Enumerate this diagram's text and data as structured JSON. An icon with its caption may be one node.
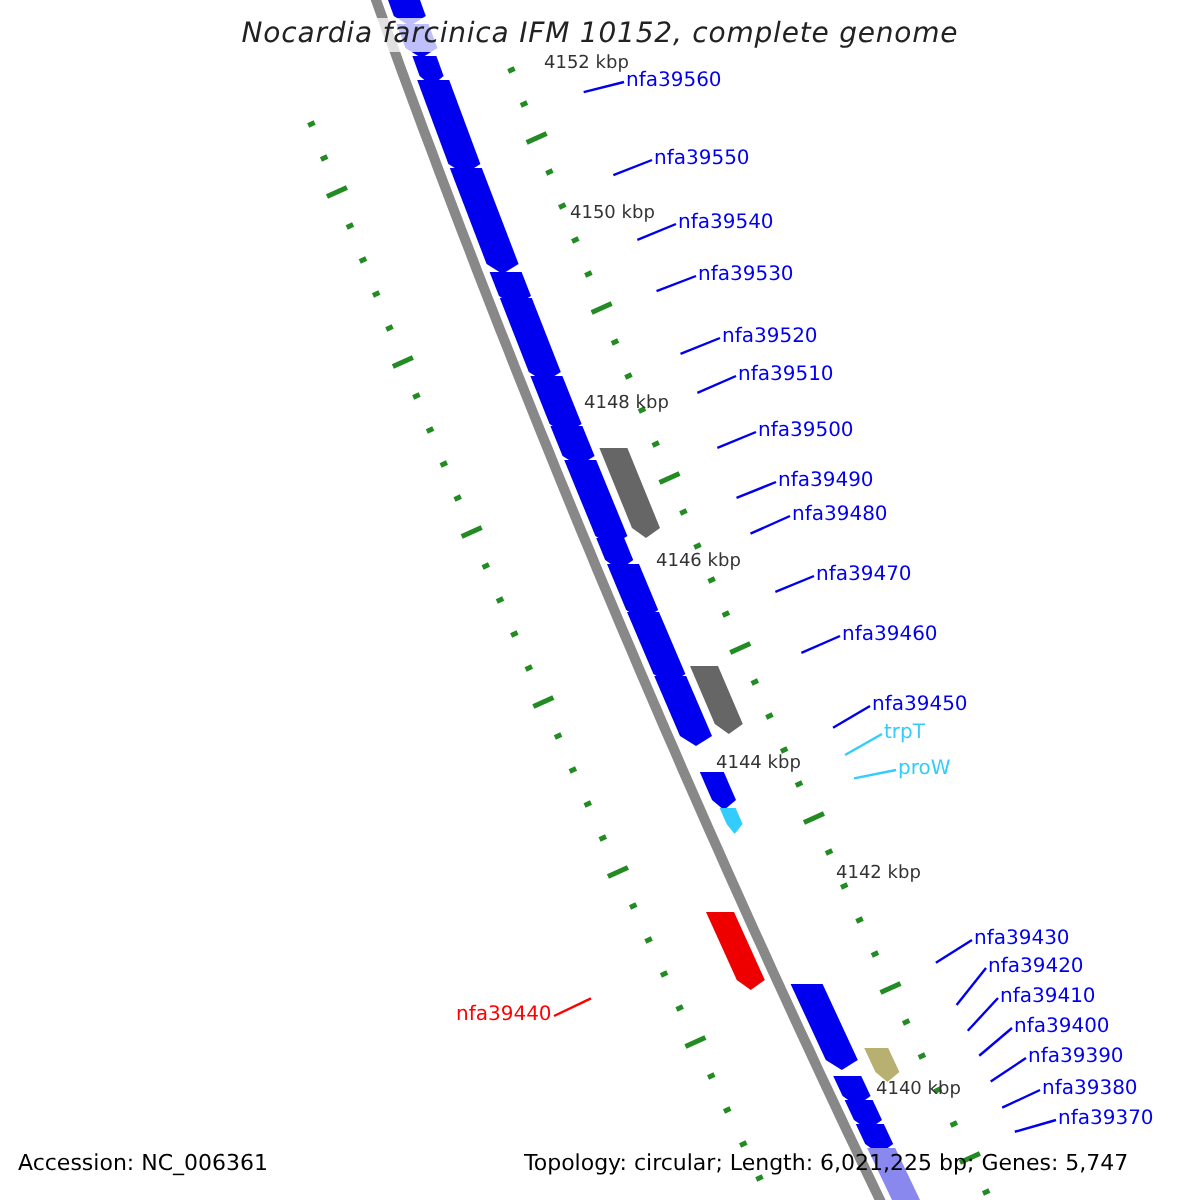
{
  "diagram": {
    "title": "Nocardia farcinica IFM 10152, complete genome",
    "nodes": [
      {
        "text": [
          "nfa39560"
        ]
      },
      {
        "text": [
          "nfa39550"
        ]
      },
      {
        "text": [
          "nfa39540"
        ]
      },
      {
        "text": [
          "nfa39530"
        ]
      },
      {
        "text": [
          "nfa39520"
        ]
      },
      {
        "text": [
          "nfa39510"
        ]
      },
      {
        "text": [
          "nfa39500"
        ]
      },
      {
        "text": [
          "nfa39490"
        ]
      },
      {
        "text": [
          "nfa39480"
        ]
      },
      {
        "text": [
          "nfa39470"
        ]
      },
      {
        "text": [
          "nfa39460"
        ]
      },
      {
        "text": [
          "nfa39450"
        ]
      },
      {
        "text": [
          "trpT"
        ]
      },
      {
        "text": [
          "proW"
        ]
      },
      {
        "text": [
          "nfa39440"
        ]
      },
      {
        "text": [
          "nfa39430"
        ]
      },
      {
        "text": [
          "nfa39420"
        ]
      },
      {
        "text": [
          "nfa39410"
        ]
      },
      {
        "text": [
          "nfa39400"
        ]
      },
      {
        "text": [
          "nfa39390"
        ]
      },
      {
        "text": [
          "nfa39380"
        ]
      },
      {
        "text": [
          "nfa39370"
        ]
      }
    ],
    "edges": [
      {
        "from": 0,
        "to": null,
        "arrow": "none"
      },
      {
        "from": 1,
        "to": null,
        "arrow": "none"
      },
      {
        "from": 2,
        "to": null,
        "arrow": "none"
      },
      {
        "from": 3,
        "to": null,
        "arrow": "none"
      },
      {
        "from": 4,
        "to": null,
        "arrow": "none"
      },
      {
        "from": 5,
        "to": null,
        "arrow": "none"
      },
      {
        "from": 6,
        "to": null,
        "arrow": "none"
      },
      {
        "from": 7,
        "to": null,
        "arrow": "none"
      },
      {
        "from": 8,
        "to": null,
        "arrow": "none"
      },
      {
        "from": 9,
        "to": null,
        "arrow": "none"
      },
      {
        "from": 10,
        "to": null,
        "arrow": "none"
      },
      {
        "from": 11,
        "to": null,
        "arrow": "none"
      },
      {
        "from": 12,
        "to": null,
        "arrow": "none",
        "color": "#33ccff"
      },
      {
        "from": 13,
        "to": null,
        "arrow": "none",
        "color": "#33ccff"
      },
      {
        "from": 14,
        "to": null,
        "arrow": "none",
        "color": "#ff0000"
      },
      {
        "from": 15,
        "to": null,
        "arrow": "none"
      },
      {
        "from": 16,
        "to": null,
        "arrow": "none"
      },
      {
        "from": 17,
        "to": null,
        "arrow": "none"
      },
      {
        "from": 18,
        "to": null,
        "arrow": "none"
      },
      {
        "from": 19,
        "to": null,
        "arrow": "none"
      },
      {
        "from": 20,
        "to": null,
        "arrow": "none"
      },
      {
        "from": 21,
        "to": null,
        "arrow": "none"
      }
    ],
    "labels": [
      "4152 kbp",
      "4150 kbp",
      "4148 kbp",
      "4146 kbp",
      "4144 kbp",
      "4142 kbp",
      "4140 kbp",
      "Accession: NC_006361",
      "Topology: circular; Length: 6,021,225 bp; Genes: 5,747"
    ]
  }
}
